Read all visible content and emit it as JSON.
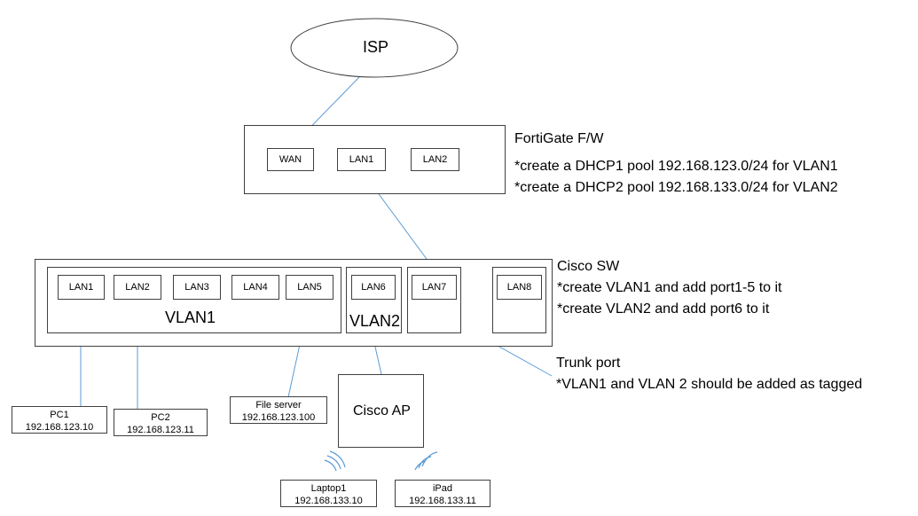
{
  "isp": {
    "label": "ISP"
  },
  "firewall": {
    "title": "FortiGate F/W",
    "notes": [
      "*create a DHCP1 pool 192.168.123.0/24 for VLAN1",
      "*create a DHCP2 pool 192.168.133.0/24 for VLAN2"
    ],
    "ports": [
      "WAN",
      "LAN1",
      "LAN2"
    ]
  },
  "switch": {
    "title": "Cisco SW",
    "notes": [
      "*create VLAN1 and add port1-5 to it",
      "*create VLAN2 and add port6 to it"
    ],
    "ports": [
      "LAN1",
      "LAN2",
      "LAN3",
      "LAN4",
      "LAN5",
      "LAN6",
      "LAN7",
      "LAN8"
    ],
    "vlan1_label": "VLAN1",
    "vlan2_label": "VLAN2"
  },
  "trunk": {
    "title": "Trunk port",
    "note": "*VLAN1 and VLAN 2 should be added as tagged"
  },
  "ap": {
    "label": "Cisco AP"
  },
  "hosts": {
    "pc1": {
      "name": "PC1",
      "ip": "192.168.123.10"
    },
    "pc2": {
      "name": "PC2",
      "ip": "192.168.123.11"
    },
    "file_server": {
      "name": "File server",
      "ip": "192.168.123.100"
    },
    "laptop1": {
      "name": "Laptop1",
      "ip": "192.168.133.10"
    },
    "ipad": {
      "name": "iPad",
      "ip": "192.168.133.11"
    }
  },
  "colors": {
    "link": "#5b9bd5",
    "border": "#404040",
    "wireless": "#5b9bd5"
  }
}
